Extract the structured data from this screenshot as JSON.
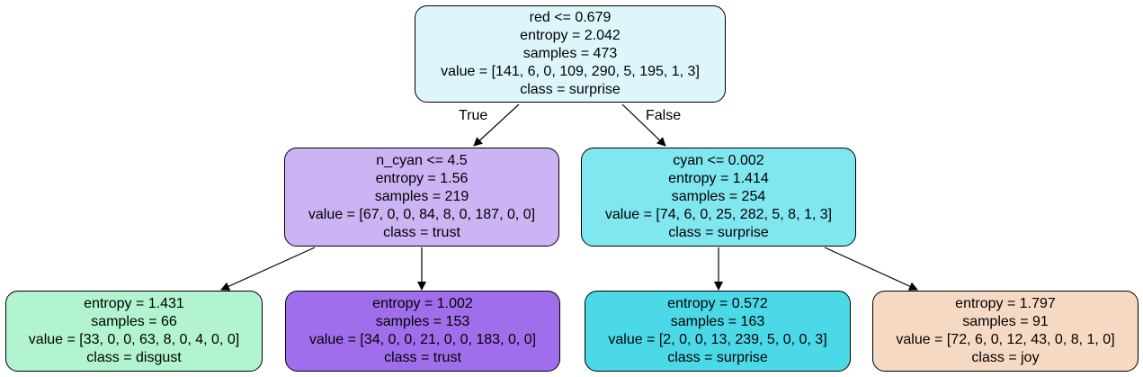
{
  "nodes": [
    {
      "id": "root",
      "split": "red <= 0.679",
      "entropy": "entropy = 2.042",
      "samples": "samples = 473",
      "value": "value = [141, 6, 0, 109, 290, 5, 195, 1, 3]",
      "class": "class = surprise",
      "color": "#dcf6fb"
    },
    {
      "id": "left",
      "split": "n_cyan <= 4.5",
      "entropy": "entropy = 1.56",
      "samples": "samples = 219",
      "value": "value = [67, 0, 0, 84, 8, 0, 187, 0, 0]",
      "class": "class = trust",
      "color": "#cbb3f4"
    },
    {
      "id": "right",
      "split": "cyan <= 0.002",
      "entropy": "entropy = 1.414",
      "samples": "samples = 254",
      "value": "value = [74, 6, 0, 25, 282, 5, 8, 1, 3]",
      "class": "class = surprise",
      "color": "#80e6ef"
    },
    {
      "id": "ll",
      "entropy": "entropy = 1.431",
      "samples": "samples = 66",
      "value": "value = [33, 0, 0, 63, 8, 0, 4, 0, 0]",
      "class": "class = disgust",
      "color": "#b1f4cf"
    },
    {
      "id": "lr",
      "entropy": "entropy = 1.002",
      "samples": "samples = 153",
      "value": "value = [34, 0, 0, 21, 0, 0, 183, 0, 0]",
      "class": "class = trust",
      "color": "#a06eeb"
    },
    {
      "id": "rl",
      "entropy": "entropy = 0.572",
      "samples": "samples = 163",
      "value": "value = [2, 0, 0, 13, 239, 5, 0, 0, 3]",
      "class": "class = surprise",
      "color": "#4bd9e7"
    },
    {
      "id": "rr",
      "entropy": "entropy = 1.797",
      "samples": "samples = 91",
      "value": "value = [72, 6, 0, 12, 43, 0, 8, 1, 0]",
      "class": "class = joy",
      "color": "#f6d9c3"
    }
  ],
  "edges": [
    {
      "from": "root",
      "to": "left",
      "label": "True"
    },
    {
      "from": "root",
      "to": "right",
      "label": "False"
    },
    {
      "from": "left",
      "to": "ll",
      "label": ""
    },
    {
      "from": "left",
      "to": "lr",
      "label": ""
    },
    {
      "from": "right",
      "to": "rl",
      "label": ""
    },
    {
      "from": "right",
      "to": "rr",
      "label": ""
    }
  ]
}
